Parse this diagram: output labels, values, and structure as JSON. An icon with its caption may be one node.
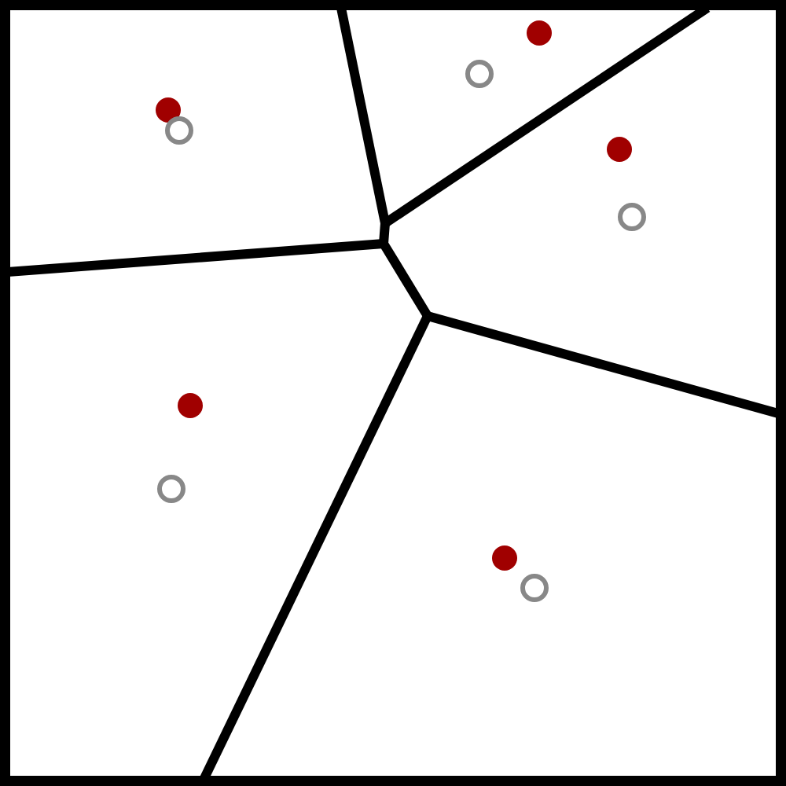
{
  "diagram": {
    "nodes": [
      {
        "text": [],
        "shape": "circle"
      },
      {
        "text": [],
        "shape": "circle"
      },
      {
        "text": [],
        "shape": "circle"
      },
      {
        "text": [],
        "shape": "circle"
      },
      {
        "text": [],
        "shape": "circle"
      },
      {
        "text": [],
        "shape": "circle"
      },
      {
        "text": [],
        "shape": "circle"
      },
      {
        "text": [],
        "shape": "circle"
      },
      {
        "text": [],
        "shape": "circle"
      },
      {
        "text": [],
        "shape": "circle"
      }
    ]
  }
}
